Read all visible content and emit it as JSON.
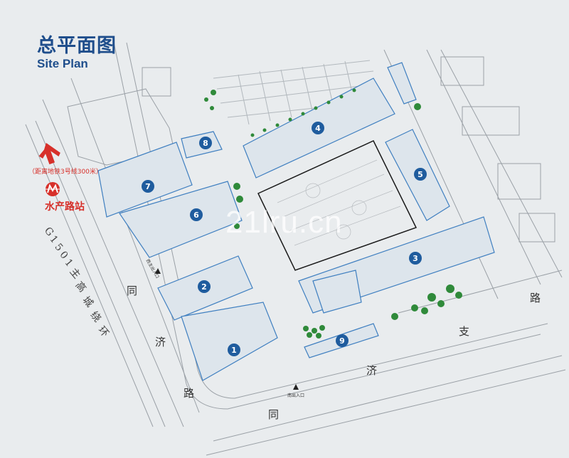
{
  "header": {
    "title_cn": "总平面图",
    "title_en": "Site Plan"
  },
  "metro": {
    "note": "（距离地铁3号线300米）",
    "station": "水产路站"
  },
  "roads": {
    "tongji_road_left": [
      "同",
      "济",
      "路"
    ],
    "tongji_road_bottom": [
      "济",
      "同"
    ],
    "tongji_branch_road": [
      "路",
      "支"
    ]
  },
  "highway": {
    "label_chars": [
      "G",
      "1",
      "5",
      "0",
      "1",
      "主",
      "高",
      "城",
      "绕",
      "环"
    ]
  },
  "buildings": [
    "1",
    "2",
    "3",
    "4",
    "5",
    "6",
    "7",
    "8",
    "9"
  ],
  "entrances": {
    "west": "西主出入口",
    "south": "南出入口"
  },
  "watermark": "21lru.cn",
  "colors": {
    "building_outline": "#3f7fc0",
    "marker_fill": "#1f5c9e",
    "accent_red": "#d7302a",
    "tree": "#2f8a3a",
    "title": "#1f4e8c"
  }
}
